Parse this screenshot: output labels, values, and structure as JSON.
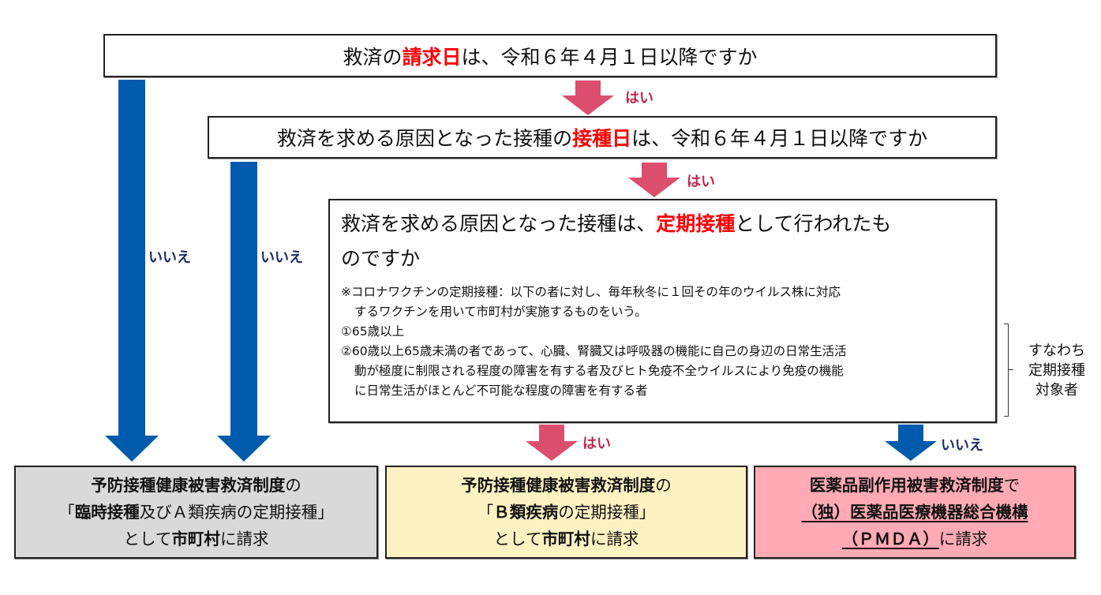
{
  "colors": {
    "yes_arrow": "#dc4e6e",
    "no_arrow": "#005bac",
    "highlight_red": "#ff0000",
    "yes_label": "#c0284e",
    "no_label": "#1b2f6b",
    "result_gray": "#d9d9d9",
    "result_yellow": "#fff2c2",
    "result_pink": "#ffaab4"
  },
  "question1": {
    "pre": "救済の",
    "highlight": "請求日",
    "post": "は、令和６年４月１日以降ですか"
  },
  "question2": {
    "pre": "救済を求める原因となった接種の",
    "highlight": "接種日",
    "post": "は、令和６年４月１日以降ですか"
  },
  "question3": {
    "pre": "救済を求める原因となった接種は、",
    "highlight": "定期接種",
    "post_line1": "として行われたも",
    "line2": "のですか",
    "note_line1": "※コロナワクチンの定期接種：以下の者に対し、毎年秋冬に１回その年のウイルス株に対応",
    "note_line2": "するワクチンを用いて市町村が実施するものをいう。",
    "criteria1": "①65歳以上",
    "criteria2_line1": "②60歳以上65歳未満の者であって、心臓、腎臓又は呼吸器の機能に自己の身辺の日常生活活",
    "criteria2_line2": "動が極度に制限される程度の障害を有する者及びヒト免疫不全ウイルスにより免疫の機能",
    "criteria2_line3": "に日常生活がほとんど不可能な程度の障害を有する者"
  },
  "side_note": {
    "line1": "すなわち",
    "line2": "定期接種",
    "line3": "対象者"
  },
  "labels": {
    "yes1": "はい",
    "yes2": "はい",
    "yes3": "はい",
    "no1": "いいえ",
    "no2": "いいえ",
    "no3": "いいえ"
  },
  "results": [
    {
      "line1_bold": "予防接種健康被害救済制度",
      "line1_rest": "の",
      "line2_open": "「",
      "line2_bold": "臨時接種",
      "line2_rest": "及びＡ類疾病の定期接種」",
      "line3_pre": "として",
      "line3_bold": "市町村",
      "line3_post": "に請求"
    },
    {
      "line1_bold": "予防接種健康被害救済制度",
      "line1_rest": "の",
      "line2_open": "「",
      "line2_bold": "Ｂ類疾病",
      "line2_rest": "の定期接種」",
      "line3_pre": "として",
      "line3_bold": "市町村",
      "line3_post": "に請求"
    },
    {
      "line1_bold": "医薬品副作用被害救済制度",
      "line1_rest": "で",
      "line2_bold": "（独）医薬品医療機器総合機構",
      "line3_bold": "（ＰＭＤＡ）",
      "line3_post": "に請求"
    }
  ]
}
